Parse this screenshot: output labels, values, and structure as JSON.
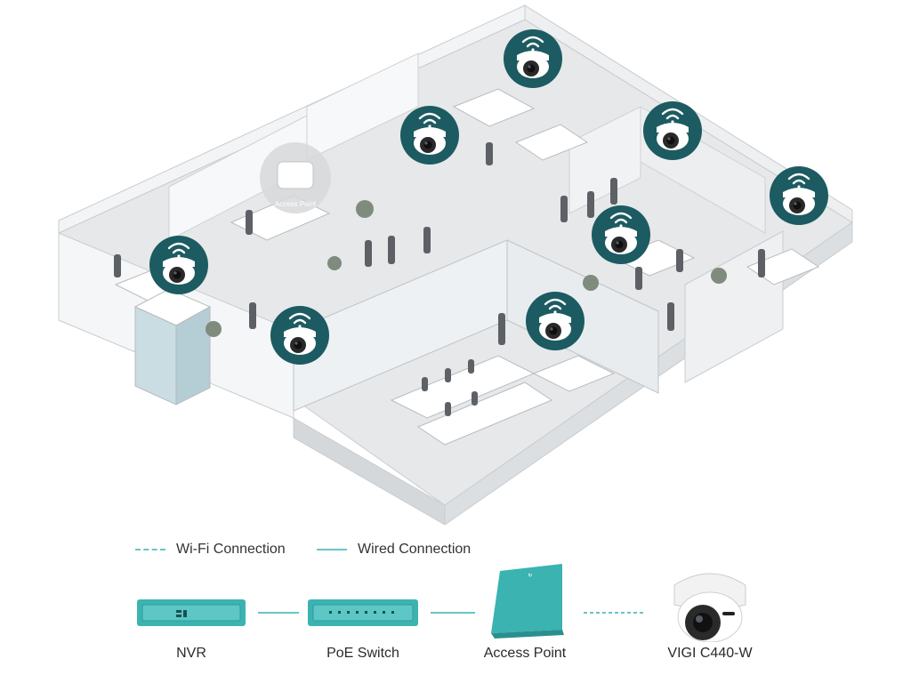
{
  "floorplan": {
    "ap_label": "Access Point"
  },
  "legend": {
    "wifi": "Wi-Fi Connection",
    "wired": "Wired Connection"
  },
  "devices": [
    {
      "id": "nvr",
      "label": "NVR"
    },
    {
      "id": "poe",
      "label": "PoE Switch"
    },
    {
      "id": "ap",
      "label": "Access Point"
    },
    {
      "id": "camera",
      "label": "VIGI C440-W"
    }
  ],
  "colors": {
    "accent": "#3bb3b1",
    "camera_badge": "#1c5b61",
    "floor": "#e4e6e8",
    "wall": "#f4f5f6",
    "line": "#6cc3c3"
  },
  "icons": {
    "badge_top": "wifi-icon",
    "badge_body": "dome-camera-icon"
  }
}
